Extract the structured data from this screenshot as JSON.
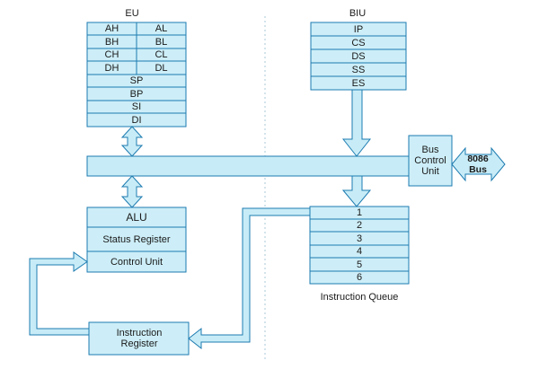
{
  "colors": {
    "box_fill": "#cdeef8",
    "box_stroke": "#1c7bb0",
    "arrow_fill": "#c8ecf7",
    "divider": "#a8c8d8",
    "text": "#1a1a1a"
  },
  "eu": {
    "title": "EU",
    "registers": [
      [
        "AH",
        "AL"
      ],
      [
        "BH",
        "BL"
      ],
      [
        "CH",
        "CL"
      ],
      [
        "DH",
        "DL"
      ]
    ],
    "pointers": [
      "SP",
      "BP",
      "SI",
      "DI"
    ]
  },
  "biu": {
    "title": "BIU",
    "registers": [
      "IP",
      "CS",
      "DS",
      "SS",
      "ES"
    ]
  },
  "bus_control": {
    "label": "Bus Control Unit"
  },
  "external_bus": {
    "label": "8086 Bus"
  },
  "alu_block": {
    "alu": "ALU",
    "status": "Status Register",
    "control": "Control Unit"
  },
  "instruction_register": {
    "label": "Instruction Register"
  },
  "queue": {
    "slots": [
      "1",
      "2",
      "3",
      "4",
      "5",
      "6"
    ],
    "label": "Instruction Queue"
  }
}
